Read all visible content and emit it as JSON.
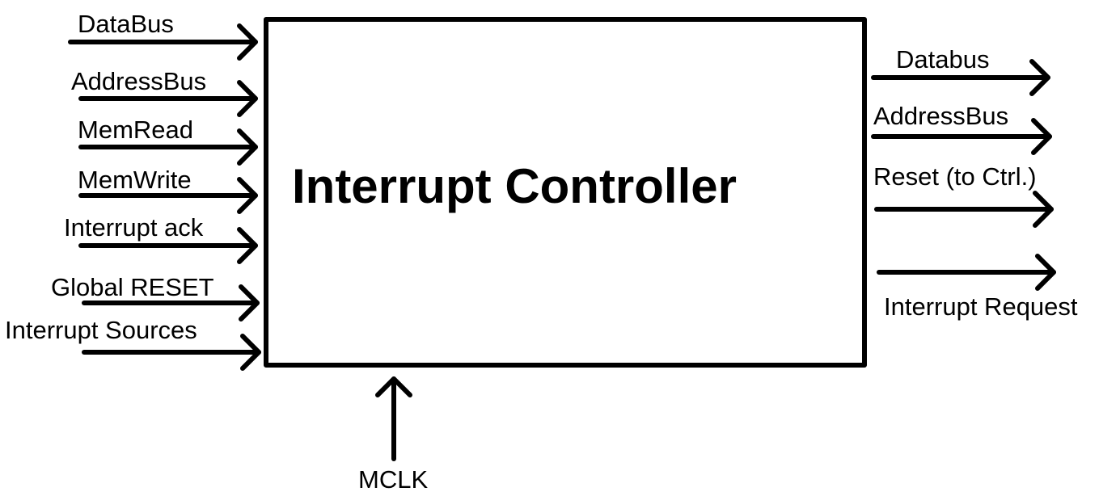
{
  "block": {
    "title": "Interrupt Controller"
  },
  "inputs": [
    {
      "label": "DataBus"
    },
    {
      "label": "AddressBus"
    },
    {
      "label": "MemRead"
    },
    {
      "label": "MemWrite"
    },
    {
      "label": "Interrupt ack"
    },
    {
      "label": "Global RESET"
    },
    {
      "label": "Interrupt Sources"
    }
  ],
  "outputs": [
    {
      "label": "Databus"
    },
    {
      "label": "AddressBus"
    },
    {
      "label": "Reset (to Ctrl.)"
    },
    {
      "label": "Interrupt Request"
    }
  ],
  "clock": {
    "label": "MCLK"
  },
  "colors": {
    "line": "#000000",
    "background": "#ffffff"
  }
}
